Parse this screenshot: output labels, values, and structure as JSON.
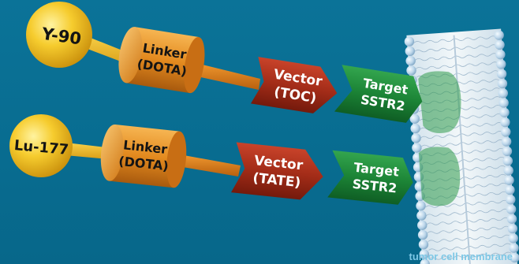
{
  "constructs": [
    {
      "isotope": "Y-90",
      "linker": [
        "Linker",
        "(DOTA)"
      ],
      "vector": [
        "Vector",
        "(TOC)"
      ],
      "target": [
        "Target",
        "SSTR2"
      ]
    },
    {
      "isotope": "Lu-177",
      "linker": [
        "Linker",
        "(DOTA)"
      ],
      "vector": [
        "Vector",
        "(TATE)"
      ],
      "target": [
        "Target",
        "SSTR2"
      ]
    }
  ],
  "membrane_label": "tumor cell membrane",
  "colors": {
    "background": "#0a6e94",
    "isotope_sphere": "#f2c12a",
    "linker_cylinder": "#e38a1f",
    "vector_arrow": "#a8301c",
    "target_chevron": "#1f8a3c",
    "membrane_head": "#b9d3e6"
  }
}
